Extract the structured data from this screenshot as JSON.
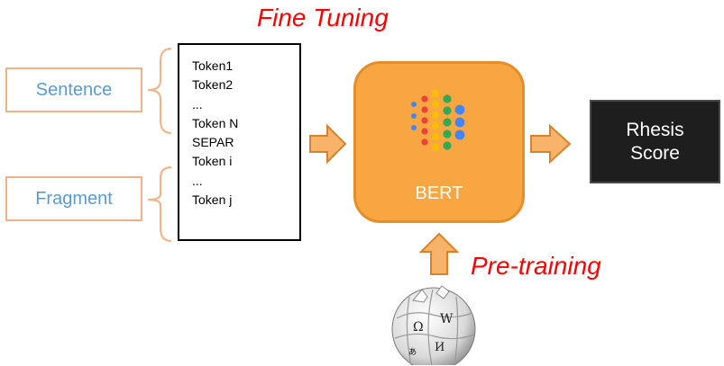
{
  "title": "Fine Tuning",
  "pretraining_label": "Pre-training",
  "inputs": {
    "sentence": "Sentence",
    "fragment": "Fragment"
  },
  "tokens": [
    "Token1",
    "Token2",
    "...",
    "Token N",
    "SEPAR",
    "Token i",
    "...",
    "Token j"
  ],
  "model": {
    "label": "BERT",
    "logo_icon": "bert-dots-logo-icon"
  },
  "output": {
    "line1": "Rhesis",
    "line2": "Score"
  },
  "wikipedia_icon": "wikipedia-globe-icon",
  "colors": {
    "accent_red": "#ff0000",
    "bracket_orange": "#f4b183",
    "input_text_blue": "#5b9bd5",
    "bert_orange": "#f8a641",
    "arrow_fill": "#f8b36a",
    "arrow_stroke": "#d9822b",
    "output_bg": "#1e1e1e"
  }
}
